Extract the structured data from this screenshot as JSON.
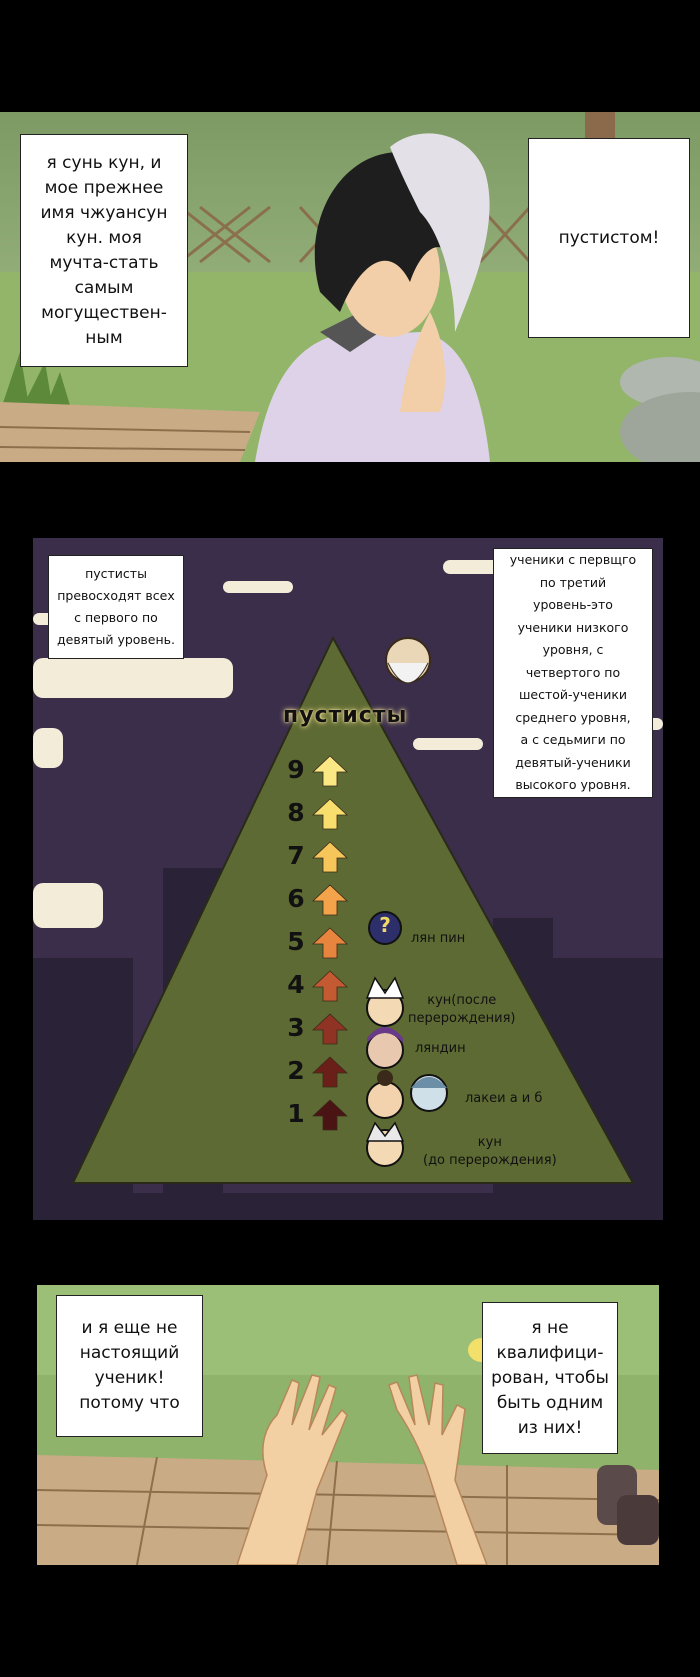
{
  "panel1": {
    "bubble_left": "я сунь кун, и\nмое прежнее\nимя чжуансун\nкун. моя\nмучта-стать\nсамым\nмогуществен-\nным",
    "bubble_right": "пустистом!"
  },
  "panel2": {
    "bubble_left": "пустисты\nпревосходят всех\nс первого по\nдевятый уровень.",
    "bubble_right": "ученики с первщго\nпо третий\nуровень-это\nученики низкого\nуровня, с\nчетвертого по\nшестой-ученики\nсреднего уровня,\nа с седьмиги по\nдевятый-ученики\nвысокого уровня.",
    "pyramid_title": "пустисты",
    "levels": [
      "9",
      "8",
      "7",
      "6",
      "5",
      "4",
      "3",
      "2",
      "1"
    ],
    "character_labels": {
      "level5": "лян пин",
      "level4": "кун(после\nперерождения)",
      "level3": "ляндин",
      "level2": "лакеи а и б",
      "level1": "кун\n(до перерождения)"
    },
    "question_mark": "?",
    "colors": {
      "pyramid": "#5e6a33",
      "sky": "#3a2e4a",
      "arrow_high": "#f7e070",
      "arrow_low": "#4a1414"
    }
  },
  "panel3": {
    "bubble_left": "и я еще не\nнастоящий\nученик!\nпотому что",
    "bubble_right": "я не\nквалифици-\nрован, чтобы\nбыть одним\nиз них!"
  }
}
